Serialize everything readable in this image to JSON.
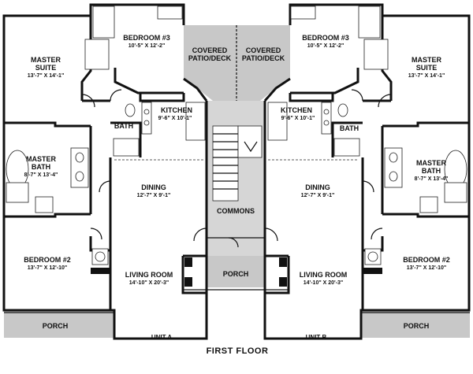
{
  "rooms": {
    "left": {
      "master_suite": {
        "name1": "MASTER",
        "name2": "SUITE",
        "dim": "13'-7\" X 14'-1\""
      },
      "bedroom3": {
        "name": "BEDROOM #3",
        "dim": "10'-5\" X 12'-2\""
      },
      "covered_patio": {
        "name1": "COVERED",
        "name2": "PATIO/DECK"
      },
      "kitchen": {
        "name": "KITCHEN",
        "dim": "9'-6\" X 10'-1\""
      },
      "bath": {
        "name": "BATH"
      },
      "master_bath": {
        "name1": "MASTER",
        "name2": "BATH",
        "dim": "8'-7\" X 13'-4\""
      },
      "dining": {
        "name": "DINING",
        "dim": "12'-7\" X 9'-1\""
      },
      "bedroom2": {
        "name": "BEDROOM #2",
        "dim": "13'-7\" X 12'-10\""
      },
      "living": {
        "name": "LIVING ROOM",
        "dim": "14'-10\" X 20'-3\""
      },
      "porch": {
        "name": "PORCH"
      }
    },
    "right": {
      "master_suite": {
        "name1": "MASTER",
        "name2": "SUITE",
        "dim": "13'-7\" X 14'-1\""
      },
      "bedroom3": {
        "name": "BEDROOM #3",
        "dim": "10'-5\" X 12'-2\""
      },
      "covered_patio": {
        "name1": "COVERED",
        "name2": "PATIO/DECK"
      },
      "kitchen": {
        "name": "KITCHEN",
        "dim": "9'-6\" X 10'-1\""
      },
      "bath": {
        "name": "BATH"
      },
      "master_bath": {
        "name1": "MASTER",
        "name2": "BATH",
        "dim": "8'-7\" X 13'-4\""
      },
      "dining": {
        "name": "DINING",
        "dim": "12'-7\" X 9'-1\""
      },
      "bedroom2": {
        "name": "BEDROOM #2",
        "dim": "13'-7\" X 12'-10\""
      },
      "living": {
        "name": "LIVING ROOM",
        "dim": "14'-10\" X 20'-3\""
      },
      "porch": {
        "name": "PORCH"
      }
    },
    "commons": {
      "name": "COMMONS"
    },
    "center_porch": {
      "name": "PORCH"
    }
  },
  "units": {
    "a": "UNIT A",
    "b": "UNIT B"
  },
  "floor_label": "FIRST FLOOR"
}
